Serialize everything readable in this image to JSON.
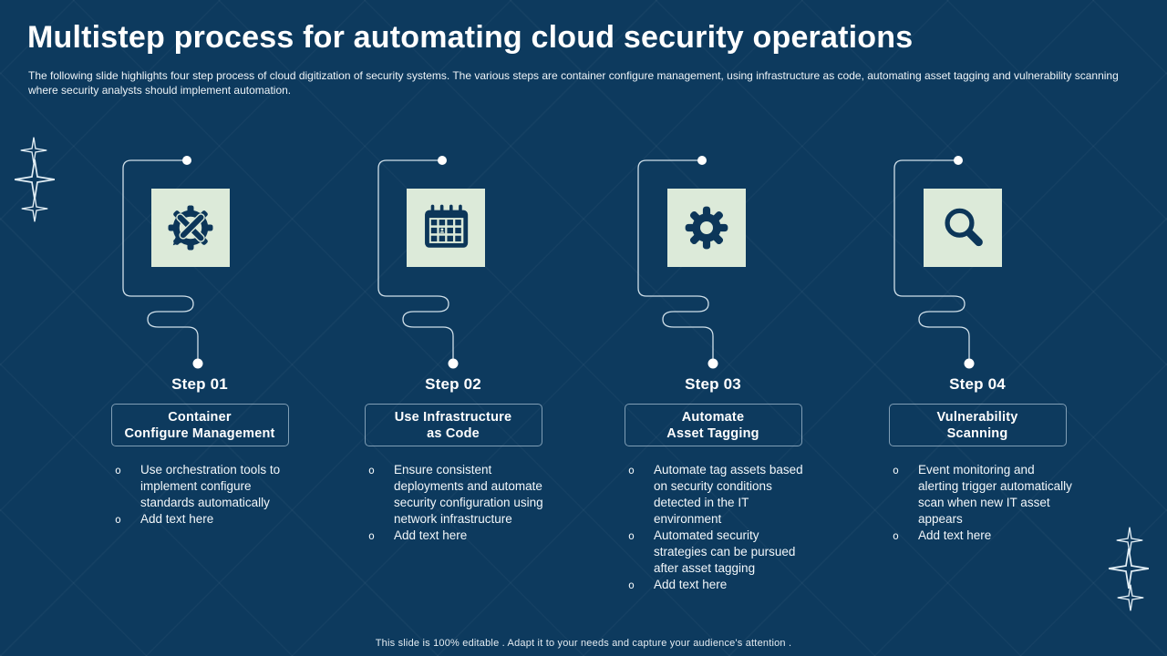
{
  "slide": {
    "title": "Multistep process for automating cloud security operations",
    "subtitle": "The following slide highlights four step process of cloud digitization of security systems. The various steps are container configure management, using infrastructure as code, automating asset tagging and vulnerability scanning where security analysts should implement automation.",
    "footer": "This slide is 100% editable . Adapt it to your needs and capture your audience's attention ."
  },
  "colors": {
    "background": "#0d3a5e",
    "icon_tile": "#dcead9",
    "icon_glyph": "#0c3659",
    "connector_line": "#cfdfe9",
    "dot": "#ffffff",
    "text": "#ffffff"
  },
  "decorations": {
    "sparkle_icon": "sparkle-icon",
    "left_sparkles": 3,
    "right_sparkles": 3
  },
  "columns": [
    {
      "step": "Step 01",
      "icon": "gear-pencil-icon",
      "title_lines": [
        "Container",
        "Configure Management"
      ],
      "bullets": [
        "Use orchestration tools to implement configure standards automatically",
        "Add text here"
      ]
    },
    {
      "step": "Step 02",
      "icon": "calendar-schedule-icon",
      "title_lines": [
        "Use Infrastructure",
        "as Code"
      ],
      "bullets": [
        "Ensure consistent deployments and automate security configuration using network infrastructure",
        "Add text here"
      ]
    },
    {
      "step": "Step 03",
      "icon": "gear-icon",
      "title_lines": [
        "Automate",
        "Asset Tagging"
      ],
      "bullets": [
        "Automate tag assets based on security conditions detected in the IT environment",
        "Automated security strategies can be pursued after asset tagging",
        "Add text here"
      ]
    },
    {
      "step": "Step 04",
      "icon": "magnifier-icon",
      "title_lines": [
        "Vulnerability",
        "Scanning"
      ],
      "bullets": [
        "Event monitoring and alerting trigger automatically scan when new IT asset appears",
        "Add text here"
      ]
    }
  ]
}
